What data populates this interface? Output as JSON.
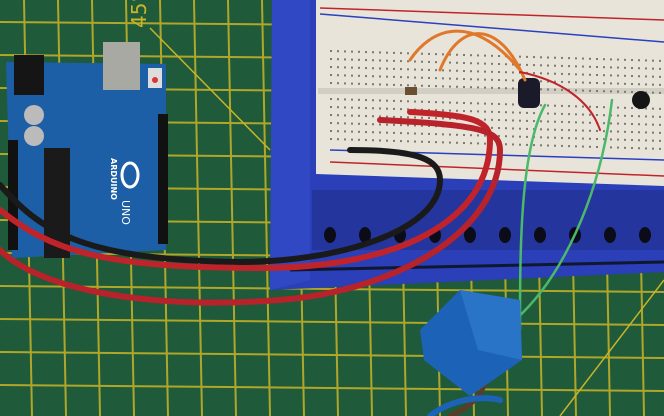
{
  "photo": {
    "mat_angle_label": "45°",
    "arduino_brand": "ARDUINO",
    "arduino_model": "UNO",
    "colors": {
      "mat": "#1f5a3a",
      "mat_grid": "#c9b428",
      "arduino": "#1d5fa6",
      "breadboard_tray": "#2a3fb8",
      "breadboard": "#e8e4da",
      "wire_red": "#c0242a",
      "wire_black": "#1a1a1a",
      "wire_orange": "#e0782c",
      "wire_green": "#4cb86a",
      "relay": "#1c63b8"
    }
  }
}
